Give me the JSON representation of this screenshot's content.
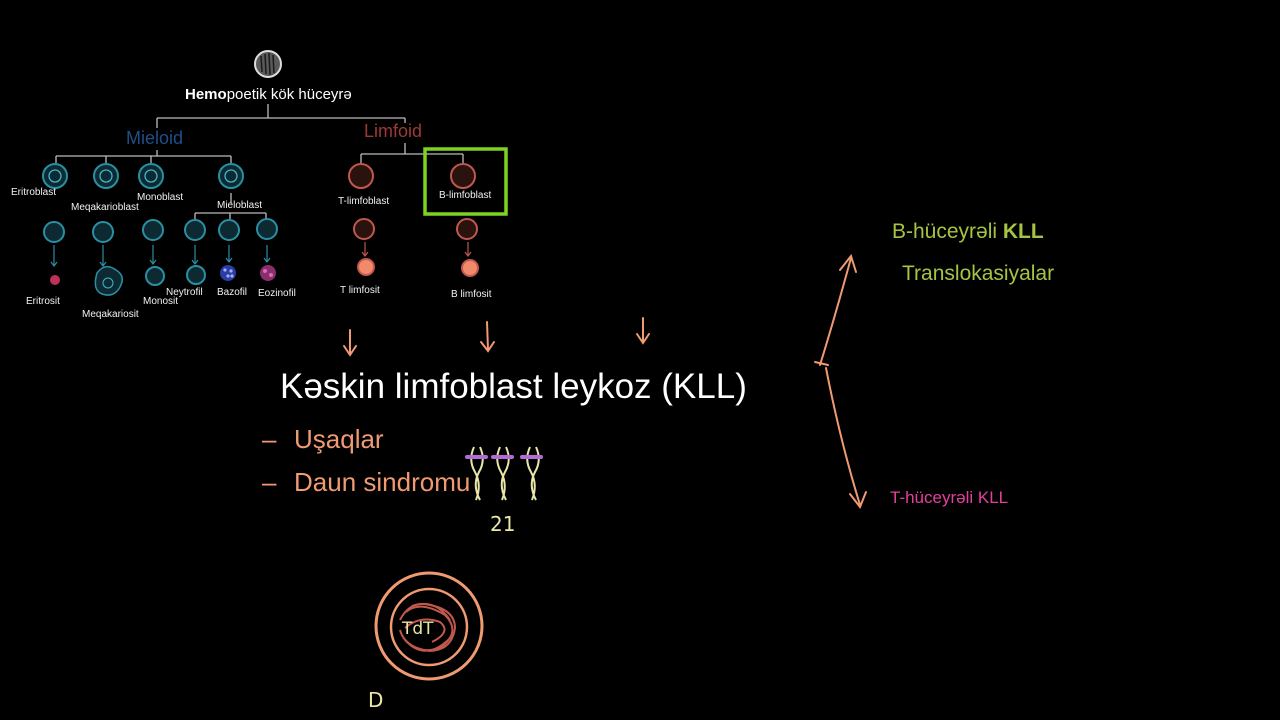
{
  "tree": {
    "root_label_bold": "Hemo",
    "root_label_rest": "poetik kök hüceyrə",
    "mieloid": "Mieloid",
    "limfoid": "Limfoid",
    "labels": {
      "eritroblast": "Eritroblast",
      "meqakarioblast": "Meqakarioblast",
      "monoblast": "Monoblast",
      "mieloblast": "Mieloblast",
      "t_limfoblast": "T-limfoblast",
      "b_limfoblast": "B-limfoblast",
      "eritrosit": "Eritrosit",
      "meqakariosit": "Meqakariosit",
      "monosit": "Monosit",
      "neytrofil": "Neytrofil",
      "bazofil": "Bazofil",
      "eozinofil": "Eozinofil",
      "t_limfosit": "T limfosit",
      "b_limfosit": "B limfosit"
    }
  },
  "main_title": "Kəskin limfoblast leykoz (KLL)",
  "bullets": [
    "Uşaqlar",
    "Daun sindromu"
  ],
  "chromosome_label": "21",
  "right": {
    "b_cell": "B-hüceyrəli KLL",
    "b_cell_prefix": "B-hüceyrəli ",
    "b_cell_bold": "KLL",
    "translocations": "Translokasiyalar",
    "t_cell": "T-hüceyrəli KLL"
  },
  "cell_drawing": {
    "label": "TdT",
    "side_mark": "D"
  },
  "colors": {
    "background": "#000000",
    "mieloid": "#1f4f8a",
    "limfoid": "#9c3a35",
    "highlight": "#7ed321",
    "annotation_orange": "#f09a72",
    "green_text": "#a6c441",
    "pink_text": "#e2409d",
    "chromosome": "#e8e6a8",
    "band": "#b06bd6",
    "myeloid_cell": "#2a8fa3"
  }
}
